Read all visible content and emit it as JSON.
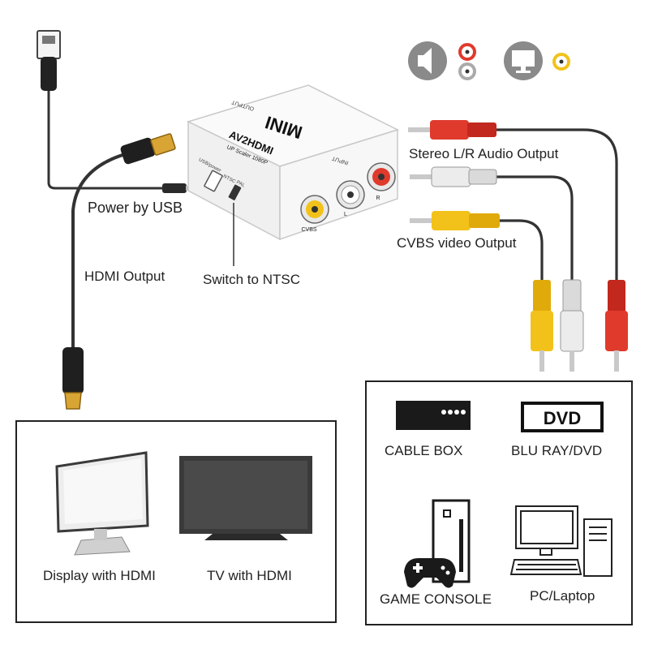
{
  "device": {
    "brand": "MINI",
    "model": "AV2HDMI",
    "subtitle": "UP Scaler 1080P",
    "port_output": "OUTPUT",
    "port_input": "INPUT",
    "port_usb": "USB/power",
    "switch_ntsc": "NTSC",
    "switch_pal": "PAL",
    "jack_cvbs": "CVBS",
    "jack_l": "L",
    "jack_r": "R"
  },
  "callouts": {
    "power_by_usb": "Power by USB",
    "hdmi_output": "HDMI Output",
    "switch_to_ntsc": "Switch to NTSC",
    "stereo_audio_output": "Stereo L/R Audio Output",
    "cvbs_video_output": "CVBS video Output"
  },
  "outputs_panel": {
    "display": "Display with HDMI",
    "tv": "TV with HDMI"
  },
  "sources_panel": {
    "cable_box": "CABLE BOX",
    "blu_ray": "BLU RAY/DVD",
    "dvd_logo": "DVD",
    "game_console": "GAME CONSOLE",
    "pc_laptop": "PC/Laptop"
  },
  "colors": {
    "rca_red": "#e03a2c",
    "rca_white": "#e6e6e6",
    "rca_yellow": "#f2c21a",
    "cable": "#333333",
    "icon_gray": "#8a8a8a"
  }
}
